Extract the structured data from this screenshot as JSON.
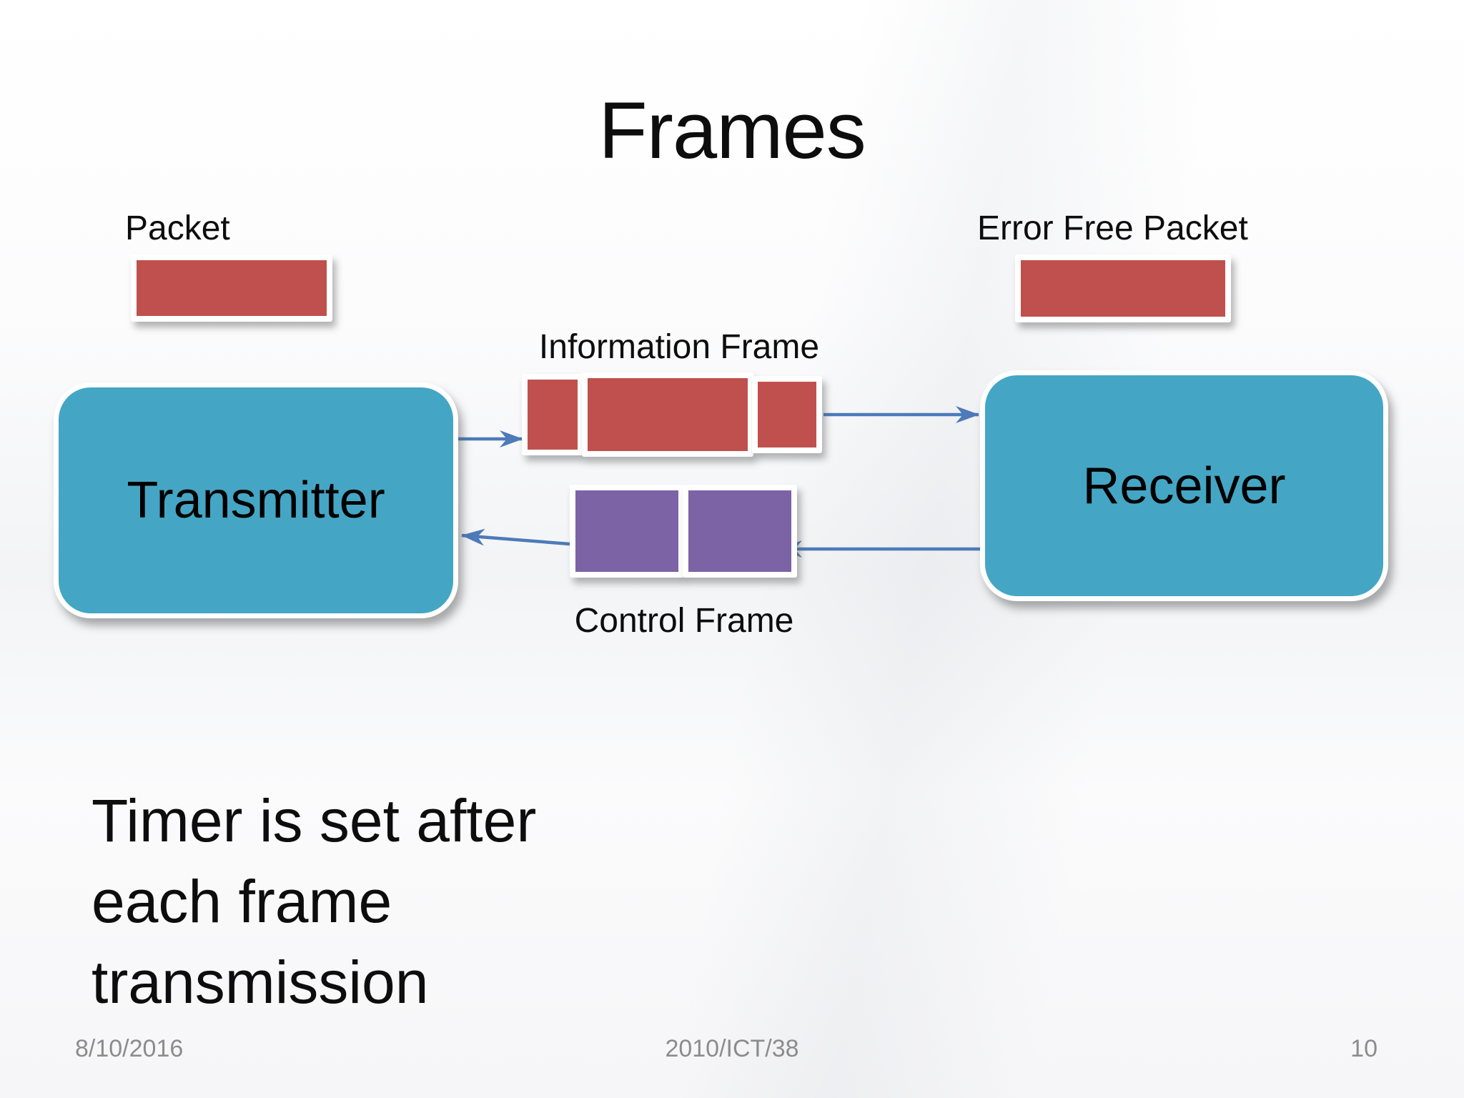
{
  "slide": {
    "title": "Frames",
    "note_lines": [
      "Timer is set after",
      "each frame",
      "transmission"
    ],
    "footer": {
      "date": "8/10/2016",
      "course": "2010/ICT/38",
      "page": "10"
    }
  },
  "diagram": {
    "transmitter_label": "Transmitter",
    "receiver_label": "Receiver",
    "packet_label": "Packet",
    "error_free_packet_label": "Error Free Packet",
    "information_frame_label": "Information Frame",
    "control_frame_label": "Control Frame"
  },
  "colors": {
    "packet-red": "#c0504d",
    "node-teal": "#44a6c4",
    "control-purple": "#7c63a6",
    "arrow-blue": "#4d7ab8",
    "footer-gray": "#8c8c8c",
    "text-black": "#0d0d0d"
  }
}
